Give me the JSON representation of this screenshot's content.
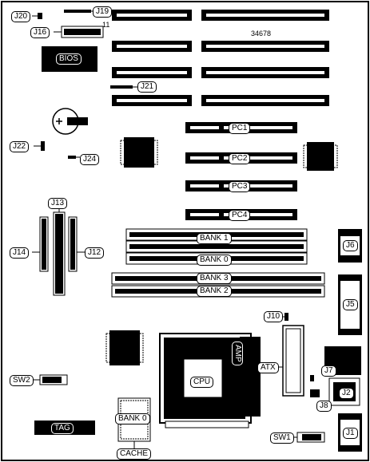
{
  "labels": {
    "j20": "J20",
    "j19": "J19",
    "j19_pin": "11",
    "j16": "J16",
    "board_id": "34678",
    "bios": "BIOS",
    "j21": "J21",
    "pc1": "PC1",
    "pc2": "PC2",
    "pc3": "PC3",
    "pc4": "PC4",
    "j22": "J22",
    "j24": "J24",
    "j13": "J13",
    "j14": "J14",
    "j12": "J12",
    "bank1": "BANK 1",
    "bank0_simm": "BANK 0",
    "bank3": "BANK 3",
    "bank2": "BANK 2",
    "j6": "J6",
    "j5": "J5",
    "j10": "J10",
    "amp": "AMP",
    "atx": "ATX",
    "cpu": "CPU",
    "j7": "J7",
    "j8": "J8",
    "j2": "J2",
    "sw2": "SW2",
    "sw1": "SW1",
    "j1": "J1",
    "tag": "TAG",
    "bank0_cache": "BANK 0",
    "cache": "CACHE"
  }
}
